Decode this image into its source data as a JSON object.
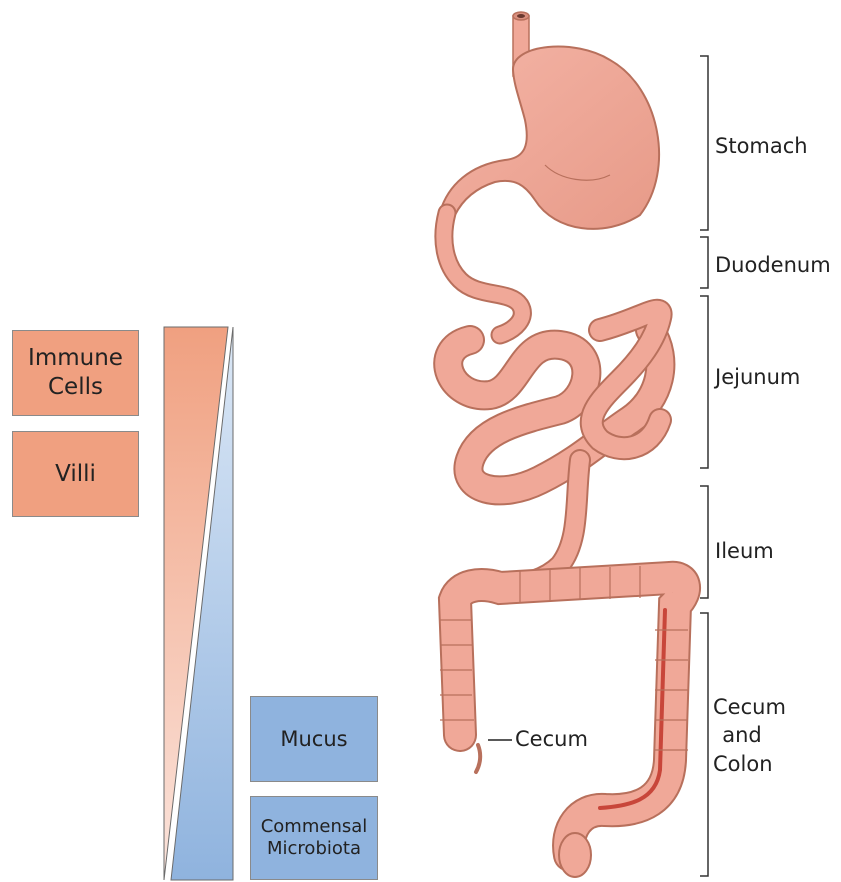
{
  "left_boxes": {
    "immune_cells": "Immune\nCells",
    "villi": "Villi",
    "mucus": "Mucus",
    "commensal_microbiota": "Commensal\nMicrobiota"
  },
  "region_labels": {
    "stomach": "Stomach",
    "duodenum": "Duodenum",
    "jejunum": "Jejunum",
    "ileum": "Ileum",
    "cecum_and_colon": "Cecum\nand\nColon"
  },
  "anatomy_labels": {
    "cecum": "Cecum"
  },
  "colors": {
    "immune_gradient": "#f0a080",
    "microbiota_gradient": "#8fb3de",
    "tissue": "#f0a898",
    "tissue_outline": "#b8705c"
  }
}
